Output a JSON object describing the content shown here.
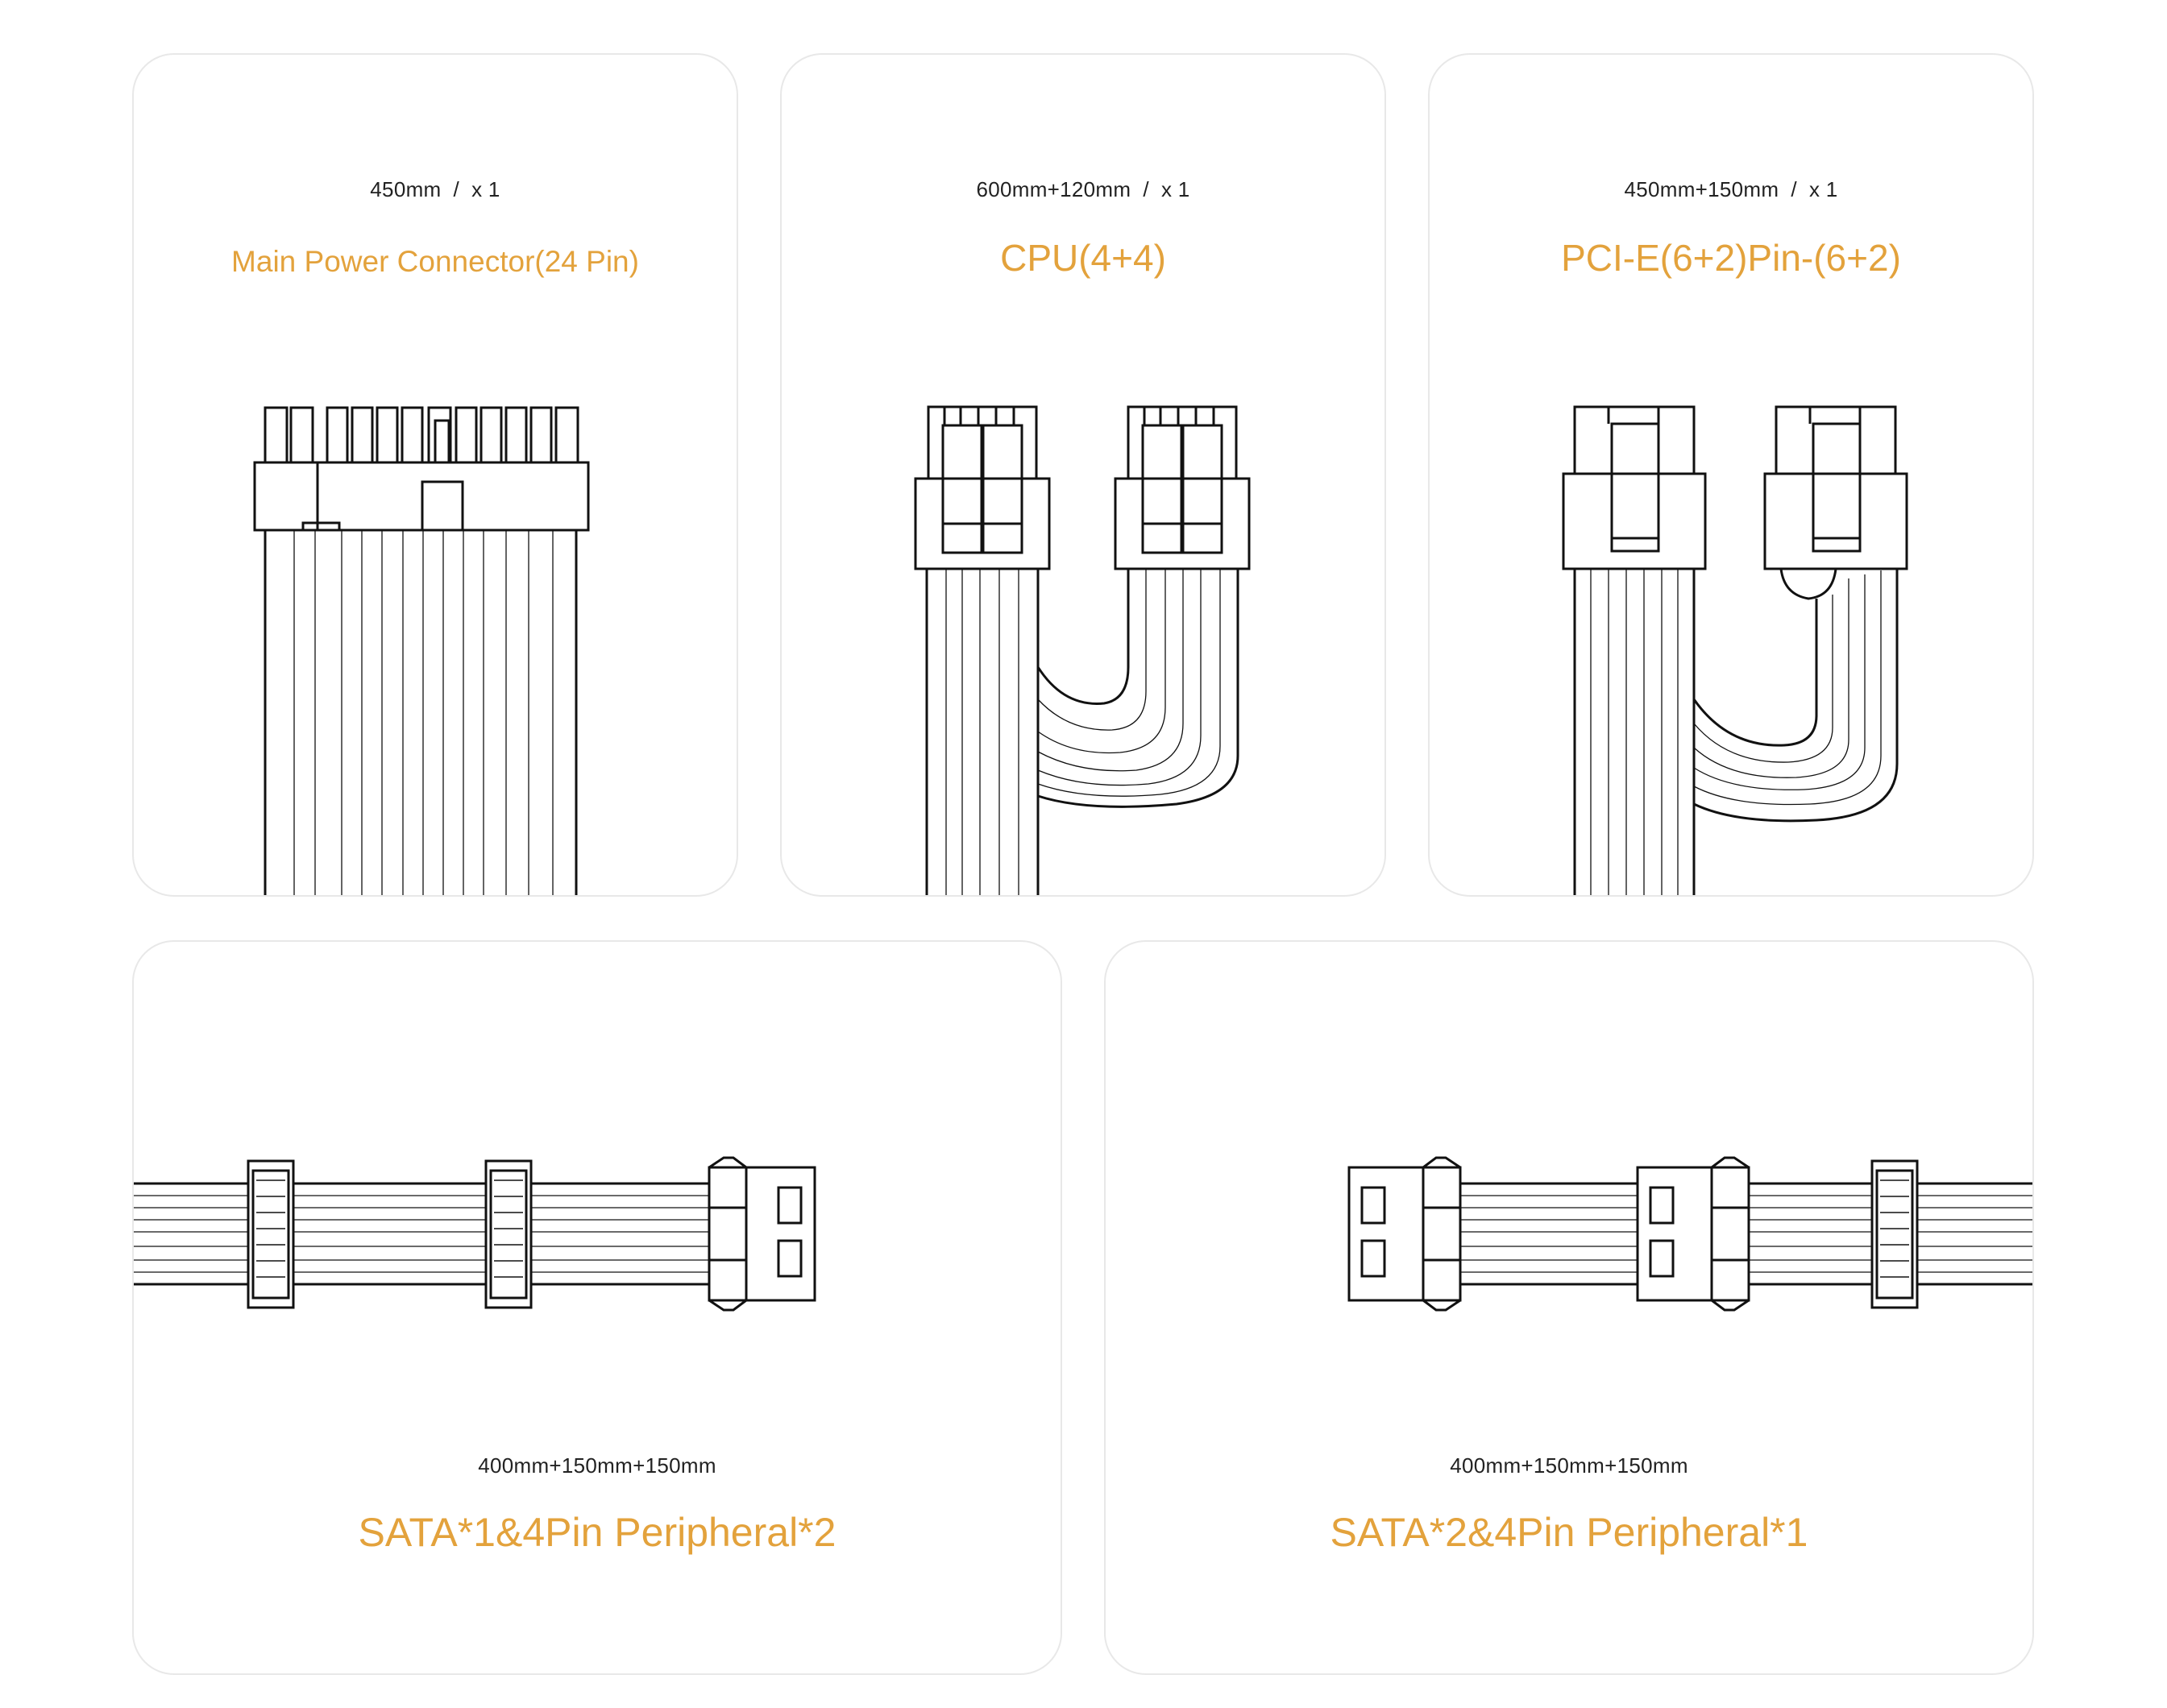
{
  "colors": {
    "accent": "#e3a23c",
    "text": "#222222",
    "card_border": "#e8e8e8",
    "line": "#111111"
  },
  "cards": [
    {
      "length": "450mm  /  x 1",
      "title": "Main Power Connector(24 Pin)"
    },
    {
      "length": "600mm+120mm  /  x 1",
      "title": "CPU(4+4)"
    },
    {
      "length": "450mm+150mm  /  x 1",
      "title": "PCI-E(6+2)Pin-(6+2)"
    },
    {
      "length": "400mm+150mm+150mm",
      "title": "SATA*1&4Pin Peripheral*2"
    },
    {
      "length": "400mm+150mm+150mm",
      "title": "SATA*2&4Pin Peripheral*1"
    }
  ]
}
